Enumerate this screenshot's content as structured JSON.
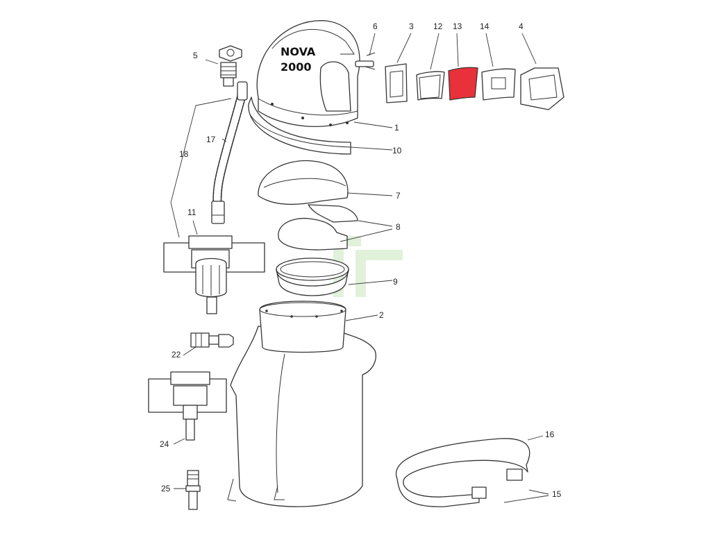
{
  "brand": {
    "line1": "NOVA",
    "line2": "2000"
  },
  "callouts": {
    "n1": "1",
    "n2": "2",
    "n3": "3",
    "n4": "4",
    "n5": "5",
    "n6": "6",
    "n7": "7",
    "n8": "8",
    "n9": "9",
    "n10": "10",
    "n11": "11",
    "n12": "12",
    "n13": "13",
    "n14": "14",
    "n15": "15",
    "n16": "16",
    "n17": "17",
    "n18": "18",
    "n22": "22",
    "n24": "24",
    "n25": "25"
  },
  "colors": {
    "highlight": "#e8313a",
    "watermark": "#c9e6bd",
    "line": "#333333"
  },
  "highlighted_part": "13"
}
